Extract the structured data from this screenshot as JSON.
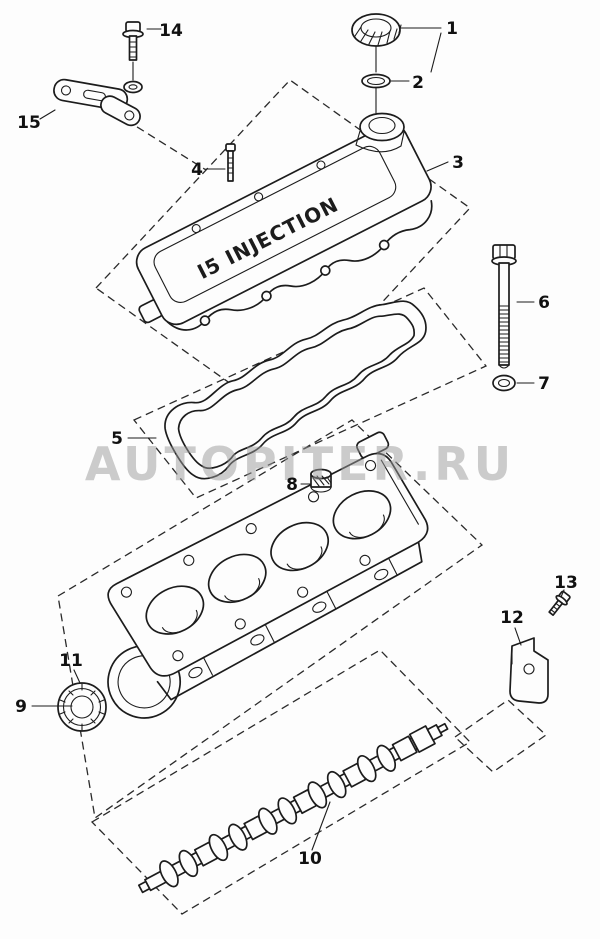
{
  "watermark": "AUTOPITER.RU",
  "valve_cover_text": "I5 INJECTION",
  "colors": {
    "ink": "#1c1c1c",
    "watermark": "#9a9a9a"
  },
  "callouts": [
    "1",
    "2",
    "3",
    "4",
    "5",
    "6",
    "7",
    "8",
    "9",
    "10",
    "11",
    "12",
    "13",
    "14",
    "15"
  ]
}
